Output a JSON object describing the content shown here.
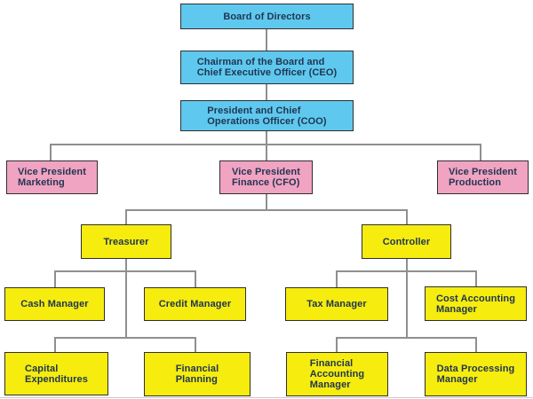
{
  "colors": {
    "level1-fill": "#5FC8EE",
    "level2-fill": "#F1A3C2",
    "level3-fill": "#F6EC0E",
    "connector": "#8F8F8F",
    "box-border": "#2F2F2F",
    "text": "#1F3550",
    "page-rule": "#C9C9C9"
  },
  "diagram": {
    "type": "org-chart",
    "nodes": {
      "board": {
        "label": "Board of Directors",
        "level": 1
      },
      "ceo": {
        "label": "Chairman of the Board and\nChief Executive Officer (CEO)",
        "level": 1,
        "reports_to": "board"
      },
      "coo": {
        "label": "President and Chief\nOperations Officer (COO)",
        "level": 1,
        "reports_to": "ceo"
      },
      "vp_marketing": {
        "label": "Vice President\nMarketing",
        "level": 2,
        "reports_to": "coo"
      },
      "vp_finance": {
        "label": "Vice President\nFinance (CFO)",
        "level": 2,
        "reports_to": "coo"
      },
      "vp_production": {
        "label": "Vice President\nProduction",
        "level": 2,
        "reports_to": "coo"
      },
      "treasurer": {
        "label": "Treasurer",
        "level": 3,
        "reports_to": "vp_finance"
      },
      "controller": {
        "label": "Controller",
        "level": 3,
        "reports_to": "vp_finance"
      },
      "cash_manager": {
        "label": "Cash Manager",
        "level": 3,
        "reports_to": "treasurer"
      },
      "credit_manager": {
        "label": "Credit Manager",
        "level": 3,
        "reports_to": "treasurer"
      },
      "capital_expenditures": {
        "label": "Capital\nExpenditures",
        "level": 3,
        "reports_to": "treasurer"
      },
      "financial_planning": {
        "label": "Financial\nPlanning",
        "level": 3,
        "reports_to": "treasurer"
      },
      "tax_manager": {
        "label": "Tax Manager",
        "level": 3,
        "reports_to": "controller"
      },
      "cost_accounting_manager": {
        "label": "Cost Accounting\nManager",
        "level": 3,
        "reports_to": "controller"
      },
      "financial_accounting_manager": {
        "label": "Financial\nAccounting\nManager",
        "level": 3,
        "reports_to": "controller"
      },
      "data_processing_manager": {
        "label": "Data Processing\nManager",
        "level": 3,
        "reports_to": "controller"
      }
    }
  }
}
